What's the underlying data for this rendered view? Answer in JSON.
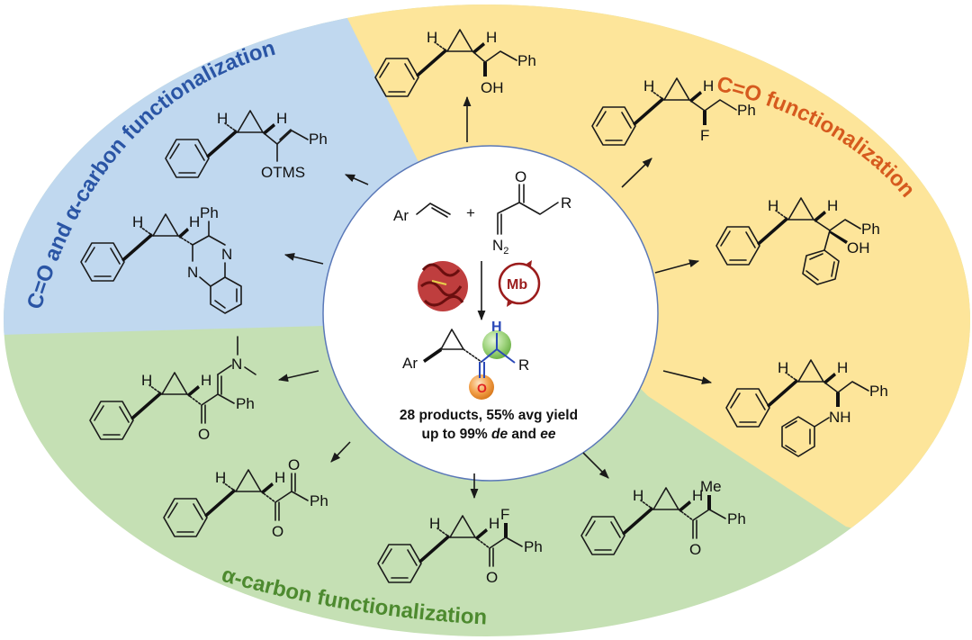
{
  "sections": {
    "blue": {
      "title": "C=O and α-carbon functionalization",
      "color": "#c0d8ef",
      "text_color": "#2a55a5"
    },
    "yellow": {
      "title": "C=O functionalization",
      "color": "#fde59a",
      "text_color": "#d65a1e"
    },
    "green": {
      "title": "α-carbon functionalization",
      "color": "#c5e0b4",
      "text_color": "#4d8a2f"
    }
  },
  "center": {
    "reactant_ar": "Ar",
    "plus": "+",
    "ketone_o": "O",
    "ketone_r": "R",
    "diazo": "N",
    "diazo_sub": "2",
    "catalyst": "Mb",
    "catalyst_color": "#9b1c1c",
    "product_ar": "Ar",
    "product_h": "H",
    "product_o": "O",
    "product_r": "R",
    "summary_line1": "28 products, 55% avg yield",
    "summary_line2_prefix": "up to 99% ",
    "summary_de": "de",
    "summary_and": " and ",
    "summary_ee": "ee"
  },
  "products": {
    "alcohol": {
      "h1": "H",
      "h2": "H",
      "sub1": "OH",
      "sub2": "Ph"
    },
    "fluoride": {
      "h1": "H",
      "h2": "H",
      "sub1": "F",
      "sub2": "Ph"
    },
    "tertiary_alcohol": {
      "h1": "H",
      "h2": "H",
      "sub1": "OH",
      "sub2": "Ph"
    },
    "amine": {
      "h1": "H",
      "h2": "H",
      "sub1": "NH",
      "sub2": "Ph"
    },
    "silyl_enol_ether": {
      "h1": "H",
      "h2": "H",
      "sub1": "OTMS",
      "sub2": "Ph"
    },
    "quinoxaline": {
      "h1": "H",
      "h2": "H",
      "n1": "N",
      "n2": "N",
      "sub1": "Ph"
    },
    "enaminone": {
      "h1": "H",
      "h2": "H",
      "n": "N",
      "o": "O",
      "sub1": "Ph"
    },
    "diketone": {
      "h1": "H",
      "h2": "H",
      "o1": "O",
      "o2": "O",
      "sub1": "Ph"
    },
    "fluoroketone": {
      "h1": "H",
      "h2": "H",
      "f": "F",
      "o": "O",
      "sub1": "Ph"
    },
    "methylketone": {
      "h1": "H",
      "h2": "H",
      "me": "Me",
      "o": "O",
      "sub1": "Ph"
    }
  }
}
